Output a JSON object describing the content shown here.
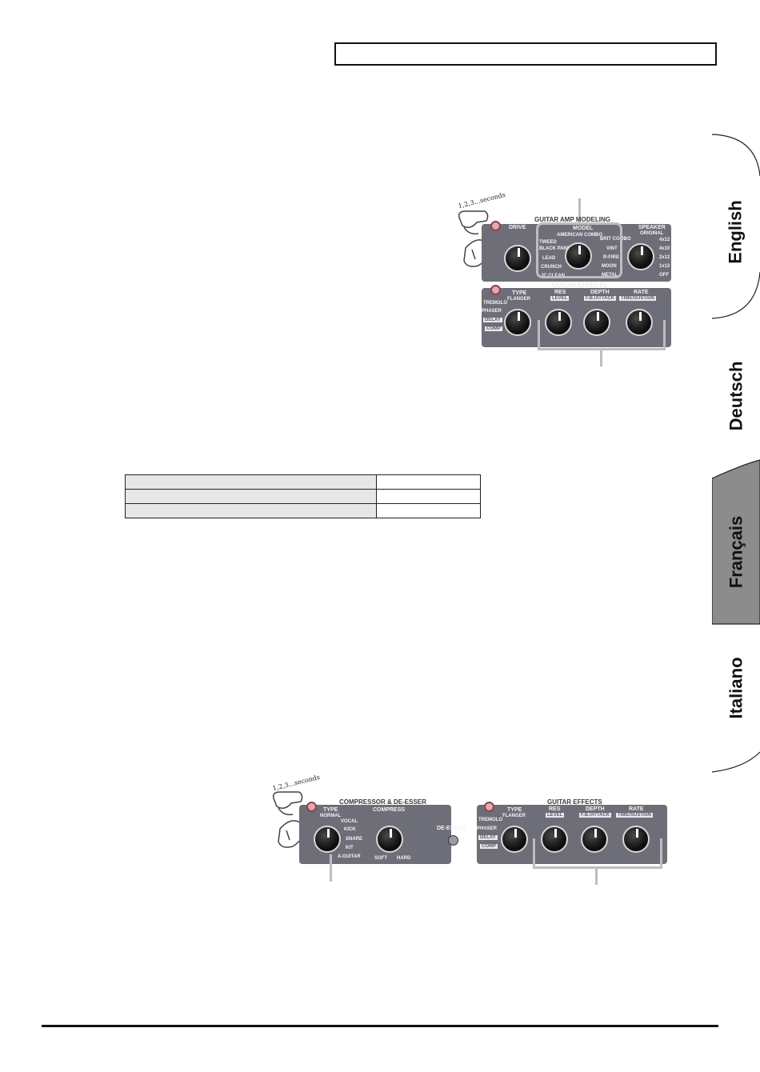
{
  "language_tabs": [
    {
      "label": "English",
      "active": false
    },
    {
      "label": "Deutsch",
      "active": false
    },
    {
      "label": "Français",
      "active": true
    },
    {
      "label": "Italiano",
      "active": false
    }
  ],
  "guitar_panel_top": {
    "seconds_label": "1,2,3...seconds",
    "amp_section_title": "GUITAR AMP MODELING",
    "drive_label": "DRIVE",
    "model_label": "MODEL",
    "speaker_label": "SPEAKER",
    "model_options_left": [
      "TWEED",
      "BLACK PANEL",
      "LEAD",
      "CRUNCH",
      "JC CLEAN"
    ],
    "model_option_top": "AMERICAN COMBO",
    "model_options_right": [
      "BRIT COMBO",
      "VINT",
      "R-FIRE",
      "MOON",
      "METAL"
    ],
    "speaker_options": [
      "ORIGINAL",
      "4x12",
      "4x10",
      "2x12",
      "1x12",
      "OFF"
    ],
    "effects_title": "GUITAR EFFECTS",
    "type_label": "TYPE",
    "type_options": [
      "FLANGER",
      "TREMOLO",
      "PHASER",
      "DELAY",
      "COMP"
    ],
    "res_label": "RES",
    "res_sub": "LEVEL",
    "depth_label": "DEPTH",
    "depth_sub": "F.B./ATTACK",
    "rate_label": "RATE",
    "rate_sub": "TIME/SUSTAIN"
  },
  "comp_panel": {
    "seconds_label": "1,2,3...seconds",
    "title": "COMPRESSOR & DE-ESSER",
    "type_label": "TYPE",
    "type_options": [
      "NORMAL",
      "VOCAL",
      "KICK",
      "SNARE",
      "KIT",
      "A.GUITAR"
    ],
    "compress_label": "COMPRESS",
    "soft_label": "SOFT",
    "hard_label": "HARD",
    "deesser_label": "DE-ESSER"
  },
  "guitar_panel_bottom": {
    "effects_title": "GUITAR EFFECTS",
    "type_label": "TYPE",
    "type_options": [
      "FLANGER",
      "TREMOLO",
      "PHASER",
      "DELAY",
      "COMP"
    ],
    "res_label": "RES",
    "res_sub": "LEVEL",
    "depth_label": "DEPTH",
    "depth_sub": "F.B./ATTACK",
    "rate_label": "RATE",
    "rate_sub": "TIME/SUSTAIN"
  },
  "colors": {
    "panel": "#6e6e78",
    "active_tab": "#8c8c8c",
    "led": "#e7a6b2",
    "bracket": "#bdbdbd"
  }
}
